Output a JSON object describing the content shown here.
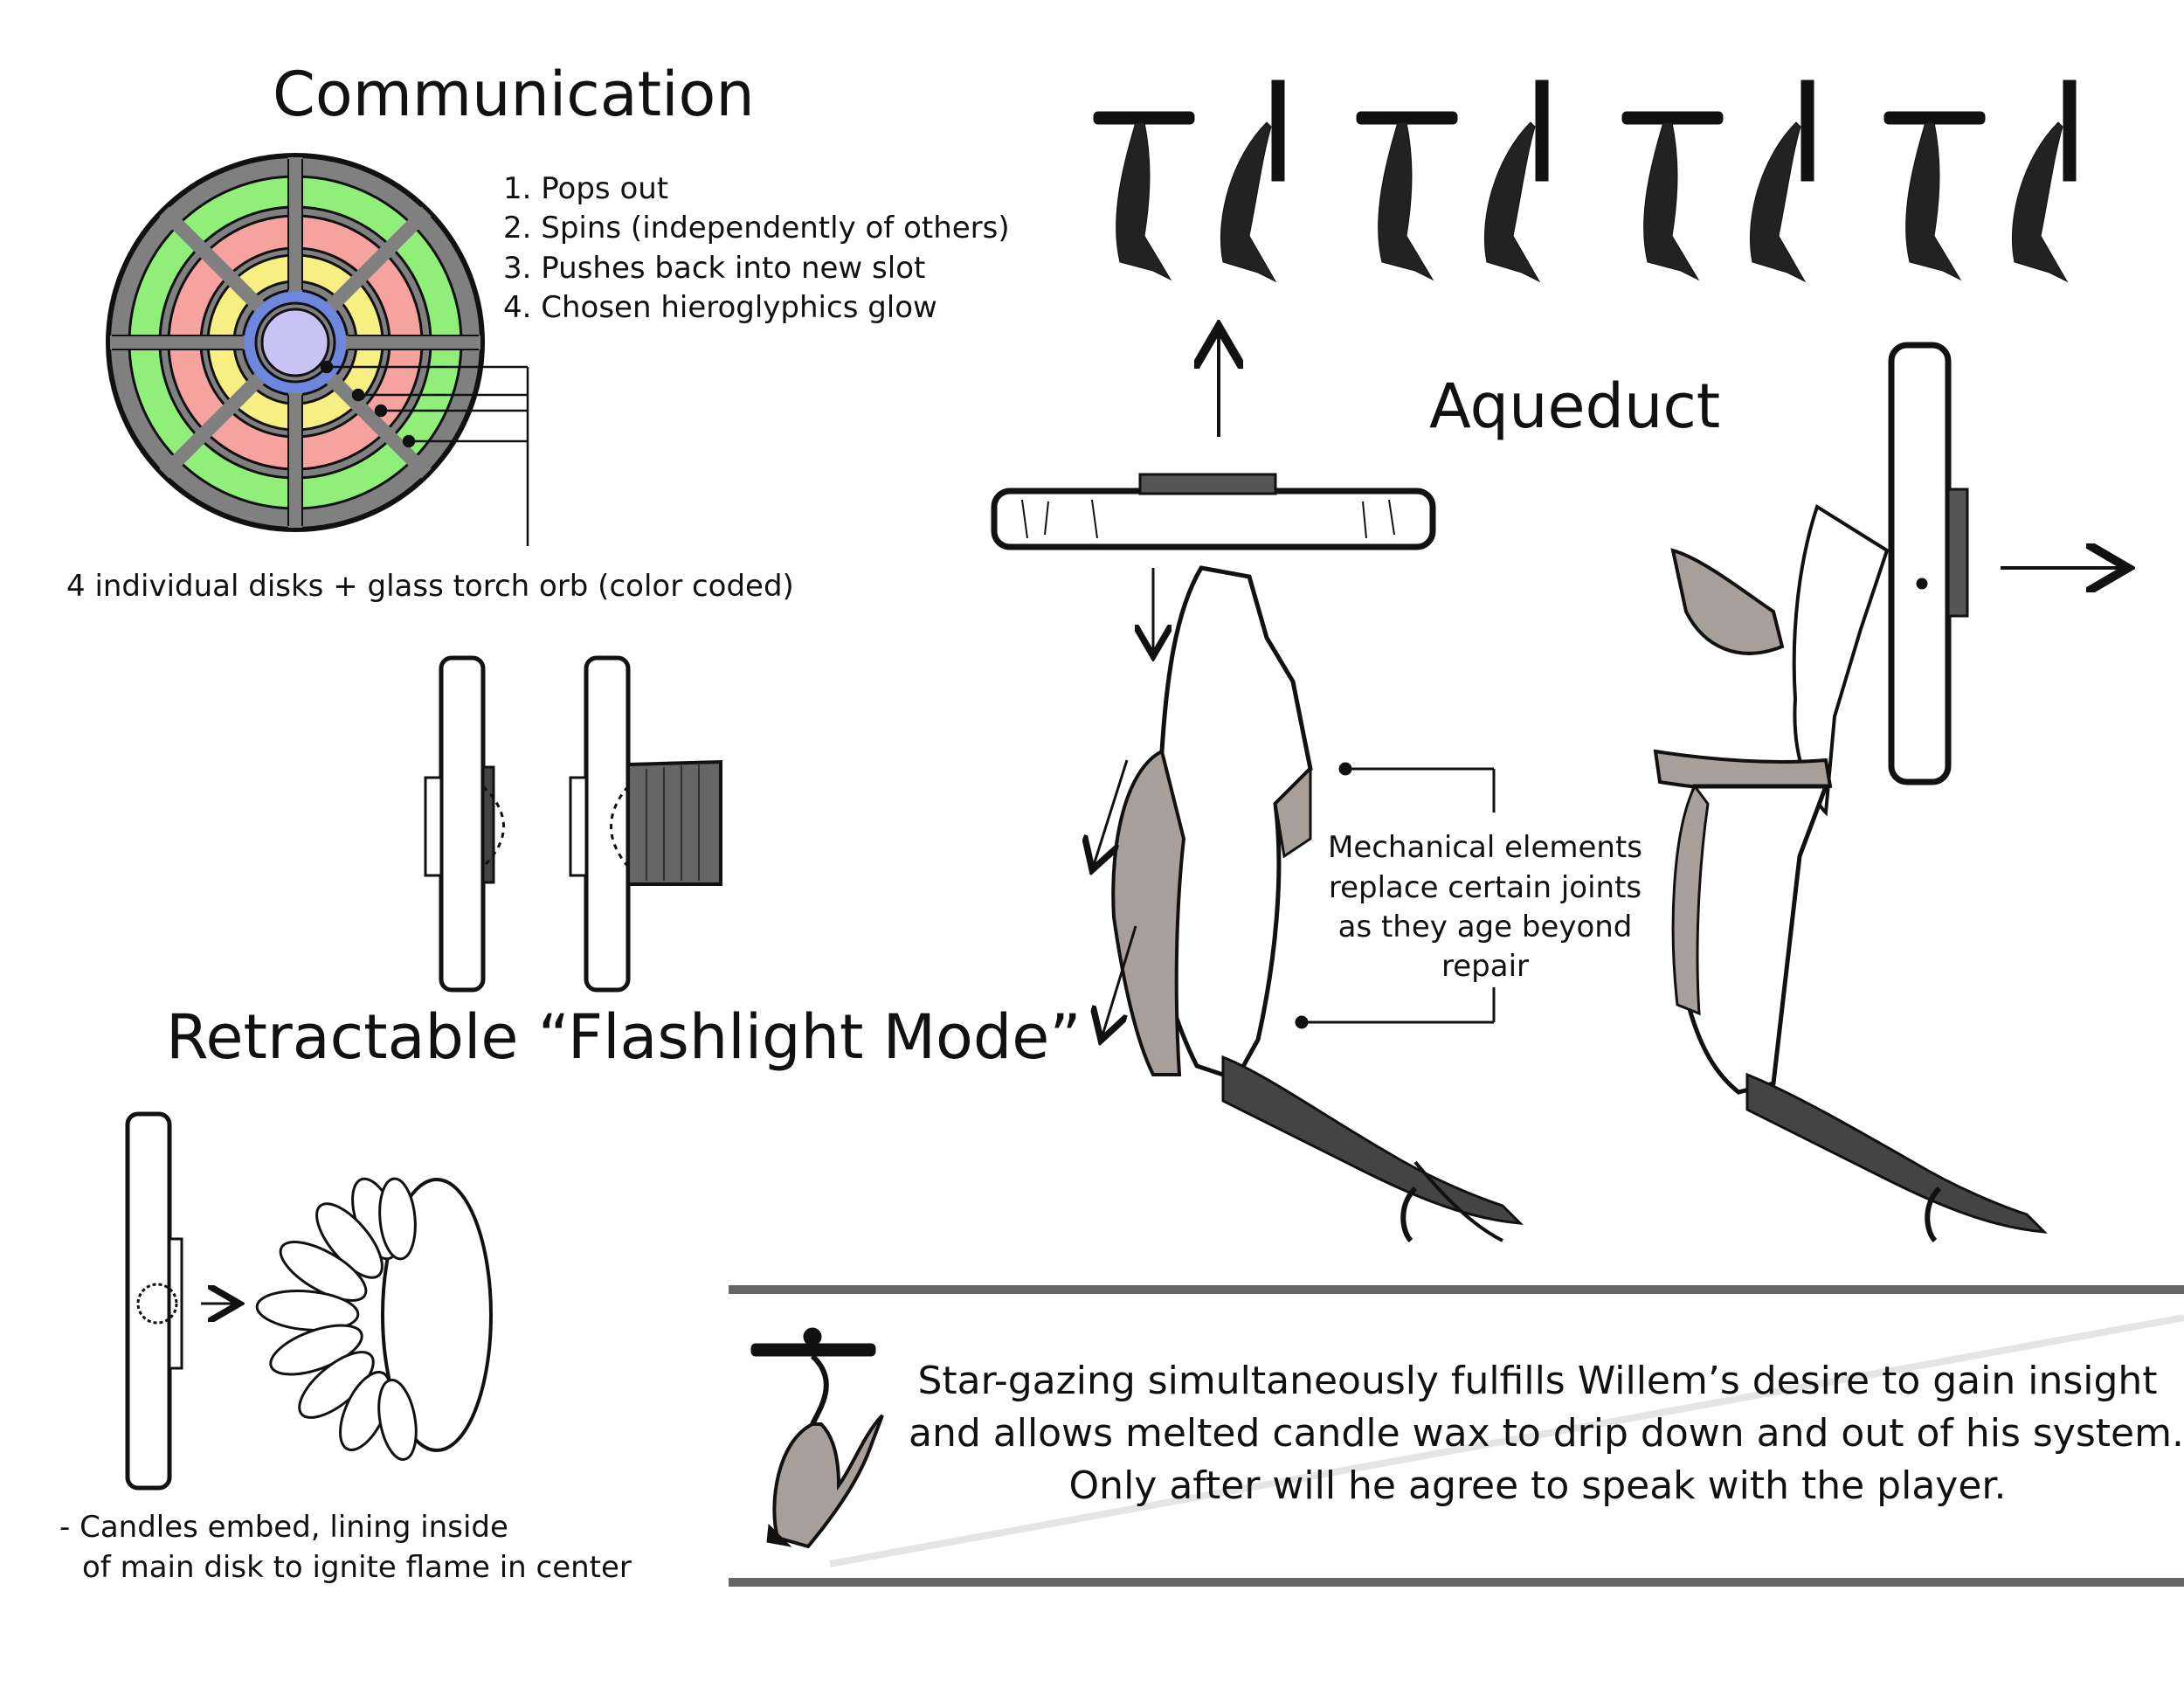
{
  "communication": {
    "title": "Communication",
    "steps": [
      "1. Pops out",
      "2. Spins (independently of others)",
      "3. Pushes back into new slot",
      "4. Chosen hieroglyphics glow"
    ],
    "caption": "4 individual disks + glass torch orb (color coded)",
    "disk_colors": {
      "outer_ring": "#808080",
      "green_ring": "#8fef79",
      "red_ring": "#f6a3a0",
      "yellow_ring": "#f7ef82",
      "blue_ring": "#6f86de",
      "orb": "#c9c2f4"
    }
  },
  "flashlight": {
    "title": "Retractable “Flashlight Mode”"
  },
  "candles": {
    "caption_line1": "- Candles embed, lining inside",
    "caption_line2": "of main disk to ignite flame in center"
  },
  "aqueduct": {
    "title": "Aqueduct",
    "annotation": [
      "Mechanical elements",
      "replace certain joints",
      "as they age beyond",
      "repair"
    ]
  },
  "banner": {
    "lines": [
      "Star-gazing simultaneously fulfills Willem’s desire to gain insight",
      "and allows melted candle wax to drip down and out of his system.",
      "Only after will he agree to speak with the player."
    ]
  },
  "colors": {
    "ink": "#111111",
    "cloth": "#a89f9b",
    "metal_dark": "#555555"
  }
}
